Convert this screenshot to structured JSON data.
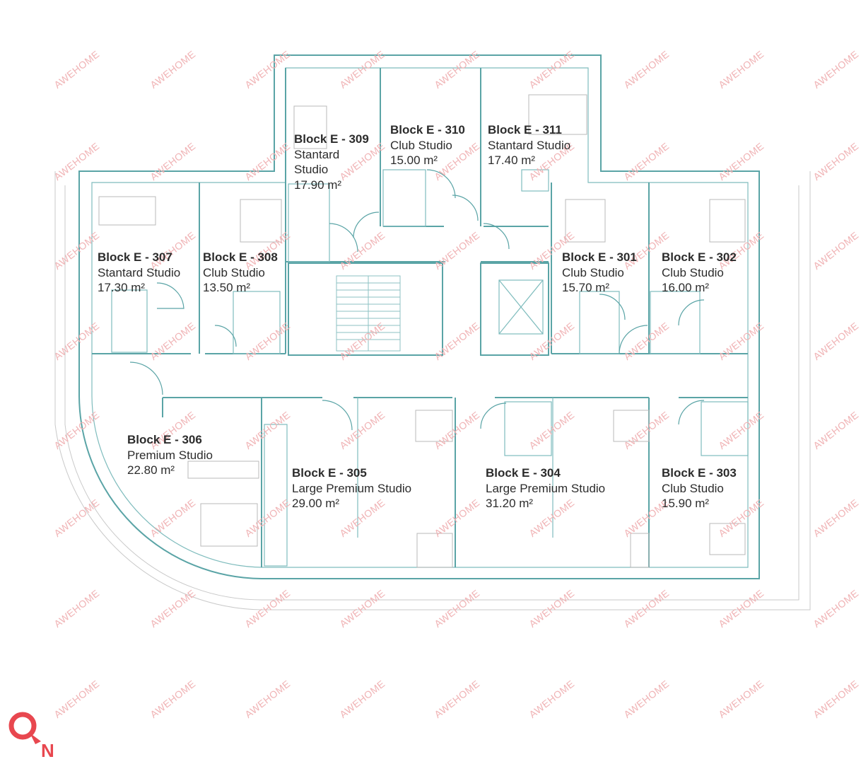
{
  "units": [
    {
      "id": "309",
      "block": "Block E - 309",
      "type": "Stantard Studio",
      "area": "17.90 m²"
    },
    {
      "id": "310",
      "block": "Block E - 310",
      "type": "Club Studio",
      "area": "15.00 m²"
    },
    {
      "id": "311",
      "block": "Block E - 311",
      "type": "Stantard Studio",
      "area": "17.40 m²"
    },
    {
      "id": "307",
      "block": "Block E - 307",
      "type": "Stantard Studio",
      "area": "17.30 m²"
    },
    {
      "id": "308",
      "block": "Block E - 308",
      "type": "Club Studio",
      "area": "13.50 m²"
    },
    {
      "id": "301",
      "block": "Block E - 301",
      "type": "Club Studio",
      "area": "15.70 m²"
    },
    {
      "id": "302",
      "block": "Block E - 302",
      "type": "Club Studio",
      "area": "16.00 m²"
    },
    {
      "id": "306",
      "block": "Block E - 306",
      "type": "Premium Studio",
      "area": "22.80 m²"
    },
    {
      "id": "305",
      "block": "Block E - 305",
      "type": "Large Premium Studio",
      "area": "29.00 m²"
    },
    {
      "id": "304",
      "block": "Block E - 304",
      "type": "Large Premium Studio",
      "area": "31.20 m²"
    },
    {
      "id": "303",
      "block": "Block E - 303",
      "type": "Club Studio",
      "area": "15.90 m²"
    }
  ],
  "watermark": "AWEHOME",
  "compass": {
    "label": "N",
    "icon": "north-arrow-icon",
    "color": "#e8474f"
  },
  "colors": {
    "walls": "#5aa4a6",
    "watermark": "#f0b3b5",
    "text": "#2c2c2c"
  }
}
